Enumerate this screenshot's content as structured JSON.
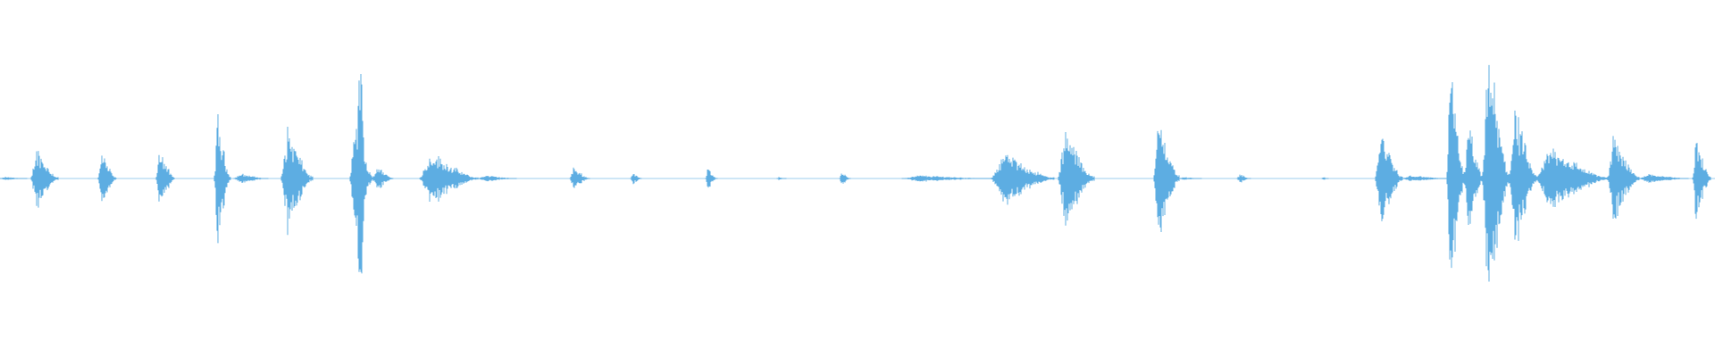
{
  "waveform": {
    "color": "#5DADE2",
    "background": "#ffffff",
    "amplitude_max": 1.0,
    "duration_units": 1920,
    "segments": [
      {
        "start": 0,
        "end": 30,
        "peak": 0.01
      },
      {
        "start": 35,
        "end": 65,
        "peak": 0.19
      },
      {
        "start": 110,
        "end": 130,
        "peak": 0.16
      },
      {
        "start": 175,
        "end": 195,
        "peak": 0.19
      },
      {
        "start": 240,
        "end": 258,
        "peak": 0.39
      },
      {
        "start": 262,
        "end": 300,
        "peak": 0.03
      },
      {
        "start": 315,
        "end": 350,
        "peak": 0.31
      },
      {
        "start": 392,
        "end": 418,
        "peak": 0.32
      },
      {
        "start": 400,
        "end": 410,
        "peak": 1.0
      },
      {
        "start": 418,
        "end": 440,
        "peak": 0.08
      },
      {
        "start": 470,
        "end": 535,
        "peak": 0.16
      },
      {
        "start": 535,
        "end": 578,
        "peak": 0.02
      },
      {
        "start": 638,
        "end": 660,
        "peak": 0.07
      },
      {
        "start": 706,
        "end": 718,
        "peak": 0.04
      },
      {
        "start": 790,
        "end": 803,
        "peak": 0.07
      },
      {
        "start": 870,
        "end": 880,
        "peak": 0.01
      },
      {
        "start": 940,
        "end": 952,
        "peak": 0.04
      },
      {
        "start": 1010,
        "end": 1110,
        "peak": 0.02
      },
      {
        "start": 1110,
        "end": 1180,
        "peak": 0.16
      },
      {
        "start": 1185,
        "end": 1225,
        "peak": 0.3
      },
      {
        "start": 1292,
        "end": 1320,
        "peak": 0.4
      },
      {
        "start": 1320,
        "end": 1345,
        "peak": 0.01
      },
      {
        "start": 1385,
        "end": 1400,
        "peak": 0.03
      },
      {
        "start": 1480,
        "end": 1487,
        "peak": 0.01
      },
      {
        "start": 1540,
        "end": 1570,
        "peak": 0.3
      },
      {
        "start": 1570,
        "end": 1620,
        "peak": 0.02
      },
      {
        "start": 1620,
        "end": 1640,
        "peak": 0.75
      },
      {
        "start": 1640,
        "end": 1660,
        "peak": 0.35
      },
      {
        "start": 1660,
        "end": 1690,
        "peak": 0.83
      },
      {
        "start": 1690,
        "end": 1720,
        "peak": 0.45
      },
      {
        "start": 1720,
        "end": 1800,
        "peak": 0.2
      },
      {
        "start": 1800,
        "end": 1835,
        "peak": 0.28
      },
      {
        "start": 1835,
        "end": 1890,
        "peak": 0.03
      },
      {
        "start": 1895,
        "end": 1915,
        "peak": 0.26
      }
    ]
  }
}
